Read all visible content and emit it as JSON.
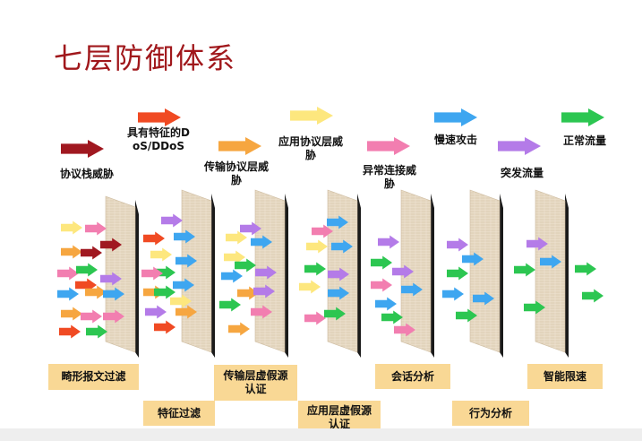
{
  "title": "七层防御体系",
  "colors": {
    "title": "#a0171b",
    "dark_red": "#a01820",
    "orange_red": "#f04a23",
    "orange": "#f6a640",
    "yellow": "#fde77e",
    "pink": "#f27eb0",
    "blue": "#3ea6f0",
    "purple": "#b47be8",
    "green": "#2cc651",
    "label_box": "#f9d895",
    "wall": "#e8dbc6",
    "wall_shadow": "#1a1a1a"
  },
  "threats": [
    {
      "name": "dark-red",
      "label": "协议栈威胁"
    },
    {
      "name": "orange-red",
      "label": "具有特征的DoS/DDoS"
    },
    {
      "name": "orange",
      "label": "传输协议层威胁"
    },
    {
      "name": "yellow",
      "label": "应用协议层威胁"
    },
    {
      "name": "pink",
      "label": "异常连接威胁"
    },
    {
      "name": "blue",
      "label": "慢速攻击"
    },
    {
      "name": "purple",
      "label": "突发流量"
    },
    {
      "name": "green",
      "label": "正常流量"
    }
  ],
  "defenses": [
    {
      "label": "畸形报文过滤"
    },
    {
      "label": "特征过滤"
    },
    {
      "label": "传输层虚假源认证"
    },
    {
      "label": "应用层虚假源认证"
    },
    {
      "label": "会话分析"
    },
    {
      "label": "行为分析"
    },
    {
      "label": "智能限速"
    }
  ]
}
